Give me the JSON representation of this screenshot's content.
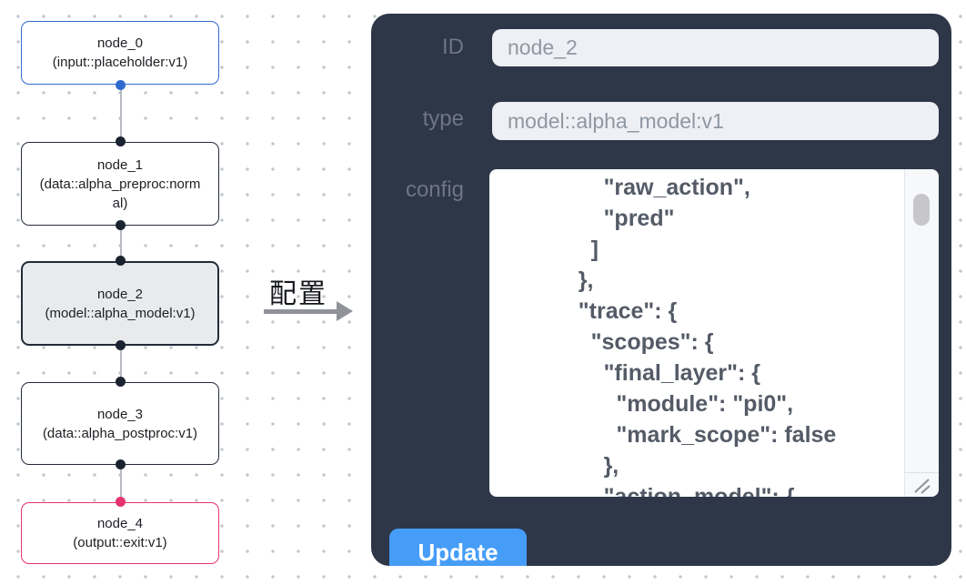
{
  "canvas": {
    "nodes": [
      {
        "id": "node_0",
        "title": "node_0",
        "subtitle": "(input::placeholder:v1)"
      },
      {
        "id": "node_1",
        "title": "node_1",
        "subtitle": "(data::alpha_preproc:normal)"
      },
      {
        "id": "node_2",
        "title": "node_2",
        "subtitle": "(model::alpha_model:v1)"
      },
      {
        "id": "node_3",
        "title": "node_3",
        "subtitle": "(data::alpha_postproc:v1)"
      },
      {
        "id": "node_4",
        "title": "node_4",
        "subtitle": "(output::exit:v1)"
      }
    ]
  },
  "annotation": {
    "label": "配置"
  },
  "panel": {
    "id_label": "ID",
    "id_value": "node_2",
    "type_label": "type",
    "type_value": "model::alpha_model:v1",
    "config_label": "config",
    "config_value": "        \"raw_action\",\n        \"pred\"\n      ]\n    },\n    \"trace\": {\n      \"scopes\": {\n        \"final_layer\": {\n          \"module\": \"pi0\",\n          \"mark_scope\": false\n        },\n        \"action_model\": {",
    "update_label": "Update"
  },
  "colors": {
    "accent_blue": "#2f6bce",
    "accent_pink": "#e8336f",
    "selected_bg": "#e9eaec",
    "panel_bg": "#2d3748",
    "button_blue": "#459df8",
    "edge_gray": "#b7bac0",
    "handle_dark": "#1b2230"
  }
}
